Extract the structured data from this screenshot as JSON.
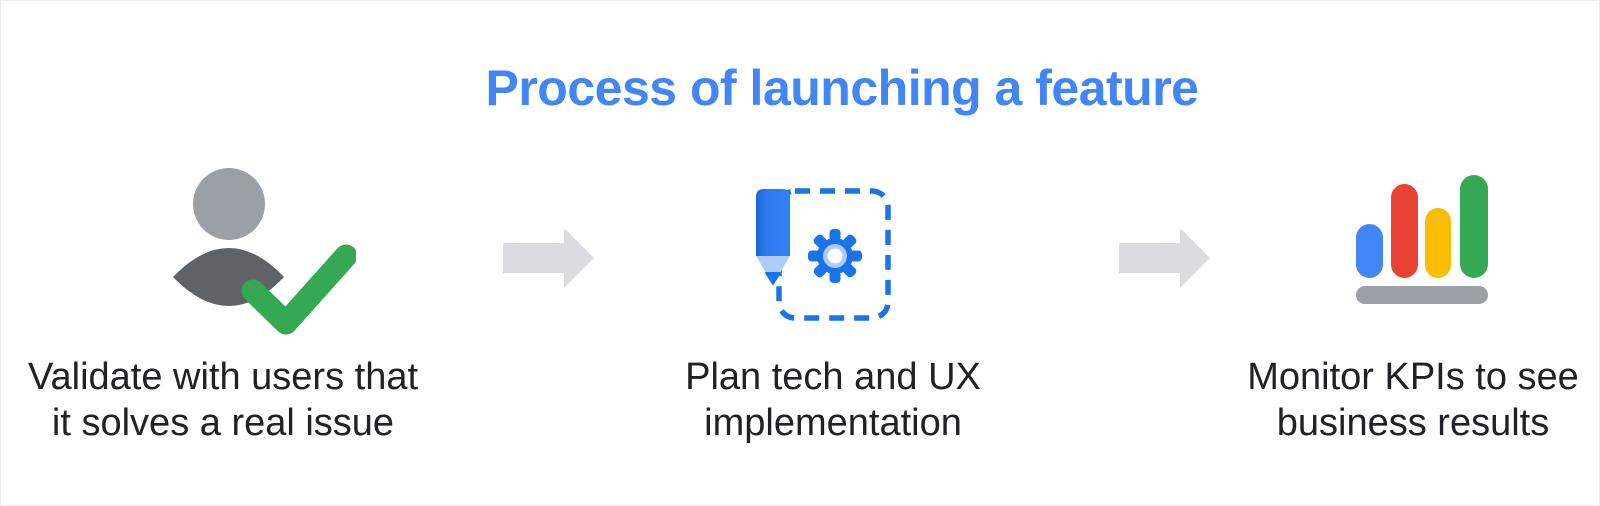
{
  "title": {
    "label": "Process of launching a feature"
  },
  "steps": [
    {
      "icon": "user-check-icon",
      "caption": [
        "Validate with users that",
        "it solves a real issue"
      ]
    },
    {
      "icon": "pencil-gear-icon",
      "caption": [
        "Plan tech and UX",
        "implementation"
      ]
    },
    {
      "icon": "bar-chart-icon",
      "caption": [
        "Monitor KPIs to see",
        "business results"
      ]
    }
  ],
  "arrows": [
    {
      "name": "arrow-1",
      "direction": "right"
    },
    {
      "name": "arrow-2",
      "direction": "right"
    }
  ],
  "colors": {
    "background": "#FFFFFF",
    "title_blue": "#4285F4",
    "caption_text": "#202124",
    "person_head_gray": "#9AA0A6",
    "person_body_gray": "#5F6368",
    "check_green": "#34A853",
    "pencil_blue_dark": "#1765D6",
    "pencil_blue_light": "#3180F4",
    "pencil_collar_light_blue": "#AECBFA",
    "pencil_tip_blue": "#1A73E8",
    "dashed_border_blue": "#1A73E8",
    "gear_blue": "#1A73E8",
    "gear_ring_light_blue": "#AECBFA",
    "arrow_gray": "#DADCE0",
    "bar_blue": "#4285F4",
    "bar_red": "#EA4335",
    "bar_yellow": "#FBBC04",
    "bar_green": "#34A853",
    "bar_base_gray": "#9AA0A6"
  }
}
